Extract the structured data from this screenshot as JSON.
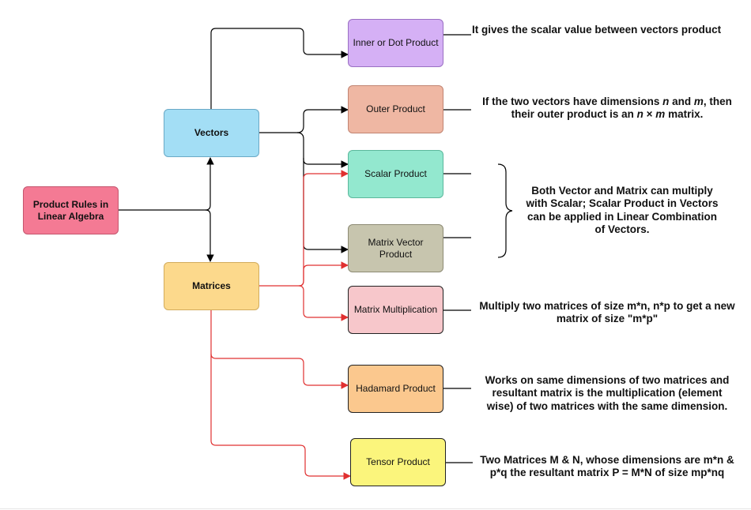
{
  "root": {
    "label": "Product Rules in Linear Algebra",
    "color": "#f47a94"
  },
  "vectors": {
    "label": "Vectors",
    "color": "#a3def5"
  },
  "matrices": {
    "label": "Matrices",
    "color": "#fcd98c"
  },
  "products": {
    "inner": {
      "label": "Inner or Dot Product",
      "color": "#d5b0f5"
    },
    "outer": {
      "label": "Outer Product",
      "color": "#efb7a3"
    },
    "scalar": {
      "label": "Scalar Product",
      "color": "#93e8cf"
    },
    "matrix_vector": {
      "label": "Matrix Vector Product",
      "color": "#c7c5ae"
    },
    "matrix_mult": {
      "label": "Matrix Multiplication",
      "color": "#f7c7cb"
    },
    "hadamard": {
      "label": "Hadamard Product",
      "color": "#fbc88e"
    },
    "tensor": {
      "label": "Tensor Product",
      "color": "#fbf57c"
    }
  },
  "descriptions": {
    "inner": "It gives the scalar value between vectors product",
    "outer": {
      "l1a": "If the two vectors have dimensions ",
      "n1": "n",
      "l1b": " and ",
      "m1": "m",
      "l1c": ", then",
      "l2a": "their outer product is an ",
      "n2": "n",
      "times": " × ",
      "m2": "m",
      "l2b": " matrix."
    },
    "shared": [
      "Both Vector and Matrix can multiply",
      "with Scalar; Scalar Product in Vectors",
      "can be applied in Linear Combination",
      "of Vectors."
    ],
    "matrix_mult": [
      "Multiply two matrices of size m*n, n*p to get a new",
      "matrix of size \"m*p\""
    ],
    "hadamard": [
      "Works on same dimensions of two matrices and",
      "resultant matrix is the multiplication (element",
      "wise)  of two matrices with the same dimension."
    ],
    "tensor": [
      "Two Matrices M & N, whose dimensions are m*n &",
      "p*q the resultant matrix P = M*N of size mp*nq"
    ]
  },
  "colors": {
    "black_edge": "#000000",
    "red_edge": "#e03030",
    "node_border": "#555555"
  }
}
